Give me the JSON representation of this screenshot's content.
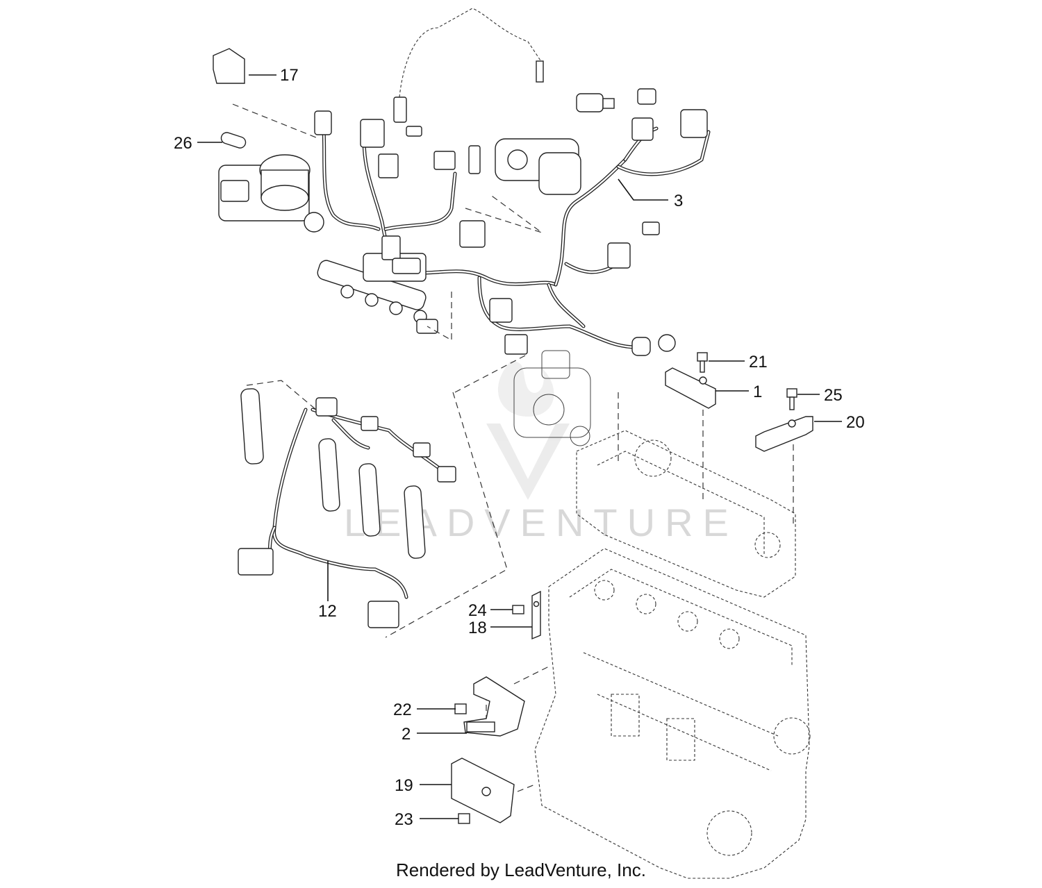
{
  "watermark_text": "LEADVENTURE",
  "footer_text": "Rendered by LeadVenture, Inc.",
  "callouts": [
    {
      "id": "17",
      "label": "17"
    },
    {
      "id": "26",
      "label": "26"
    },
    {
      "id": "3",
      "label": "3"
    },
    {
      "id": "21",
      "label": "21"
    },
    {
      "id": "1",
      "label": "1"
    },
    {
      "id": "25",
      "label": "25"
    },
    {
      "id": "20",
      "label": "20"
    },
    {
      "id": "12",
      "label": "12"
    },
    {
      "id": "24",
      "label": "24"
    },
    {
      "id": "18",
      "label": "18"
    },
    {
      "id": "22",
      "label": "22"
    },
    {
      "id": "2",
      "label": "2"
    },
    {
      "id": "19",
      "label": "19"
    },
    {
      "id": "23",
      "label": "23"
    }
  ]
}
